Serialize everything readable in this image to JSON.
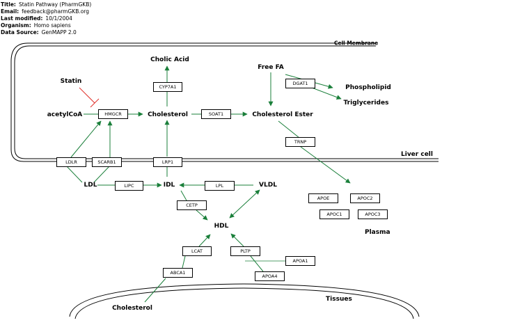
{
  "meta": [
    {
      "key": "Title:",
      "value": "Statin Pathway (PharmGKB)"
    },
    {
      "key": "Email:",
      "value": "feedback@pharmGKB.org"
    },
    {
      "key": "Last modified:",
      "value": "10/1/2004"
    },
    {
      "key": "Organism:",
      "value": "Homo sapiens"
    },
    {
      "key": "Data Source:",
      "value": "GenMAPP 2.0"
    }
  ],
  "compartments": {
    "membrane": "Cell Membrane",
    "liver": "Liver cell",
    "plasma": "Plasma",
    "tissues": "Tissues"
  },
  "metabolites": {
    "cholic_acid": "Cholic Acid",
    "statin": "Statin",
    "acetylcoa": "acetylCoA",
    "cholesterol": "Cholesterol",
    "free_fa": "Free FA",
    "phospholipid": "Phospholipid",
    "triglycerides": "Triglycerides",
    "cholesterol_ester": "Cholesterol Ester",
    "ldl": "LDL",
    "idl": "IDL",
    "vldl": "VLDL",
    "hdl": "HDL",
    "tissue_cholesterol": "Cholesterol"
  },
  "genes": {
    "cyp7a1": "CYP7A1",
    "hmgcr": "HMGCR",
    "soat1": "SOAT1",
    "dgat1": "DGAT1",
    "trnp": "TRNP",
    "ldlr": "LDLR",
    "scarb1": "SCARB1",
    "lrp1": "LRP1",
    "lipc": "LIPC",
    "lpl": "LPL",
    "cetp": "CETP",
    "apoe": "APOE",
    "apoc2": "APOC2",
    "apoc1": "APOC1",
    "apoc3": "APOC3",
    "lcat": "LCAT",
    "pltp": "PLTP",
    "apoa1": "APOA1",
    "apoa4": "APOA4",
    "abca1": "ABCA1"
  },
  "colors": {
    "activation": "#1a7f3a",
    "inhibition": "#e0302a",
    "text": "#000000"
  }
}
